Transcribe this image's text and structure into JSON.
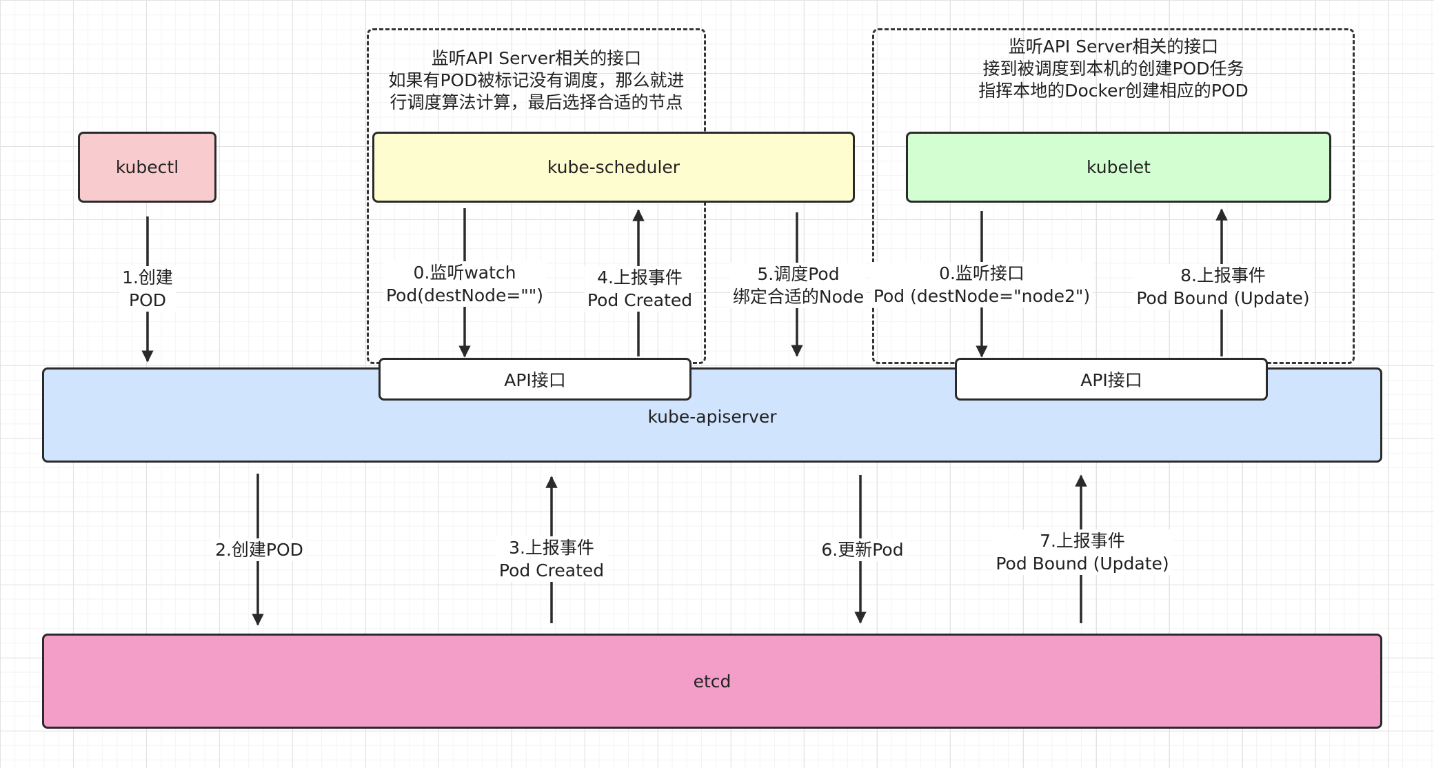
{
  "scheduler_note": [
    "监听API Server相关的接口",
    "如果有POD被标记没有调度，那么就进",
    "行调度算法计算，最后选择合适的节点"
  ],
  "kubelet_note": [
    "监听API Server相关的接口",
    "接到被调度到本机的创建POD任务",
    "指挥本地的Docker创建相应的POD"
  ],
  "nodes": {
    "kubectl": "kubectl",
    "kube_scheduler": "kube-scheduler",
    "kubelet": "kubelet",
    "apiserver": "kube-apiserver",
    "api_port_left": "API接口",
    "api_port_right": "API接口",
    "etcd": "etcd"
  },
  "colors": {
    "kubectl": "#f8ccce",
    "kube_scheduler": "#fefdcf",
    "kubelet": "#d3fed2",
    "apiserver": "#d0e4fd",
    "api_port": "#ffffff",
    "etcd": "#f29ec8"
  },
  "edges": [
    {
      "id": "create-pod-cli",
      "label": [
        "1.创建",
        "POD"
      ]
    },
    {
      "id": "watch-scheduler",
      "label": [
        "0.监听watch",
        "Pod(destNode=\"\")"
      ]
    },
    {
      "id": "report-created-up",
      "label": [
        "4.上报事件",
        "Pod Created"
      ]
    },
    {
      "id": "schedule-pod",
      "label": [
        "5.调度Pod",
        "绑定合适的Node"
      ]
    },
    {
      "id": "watch-kubelet",
      "label": [
        "0.监听接口",
        "Pod (destNode=\"node2\")"
      ]
    },
    {
      "id": "report-bound-up",
      "label": [
        "8.上报事件",
        "Pod Bound (Update)"
      ]
    },
    {
      "id": "create-pod-etcd",
      "label": [
        "2.创建POD"
      ]
    },
    {
      "id": "report-created-etcd",
      "label": [
        "3.上报事件",
        "Pod Created"
      ]
    },
    {
      "id": "update-pod",
      "label": [
        "6.更新Pod"
      ]
    },
    {
      "id": "report-bound-etcd",
      "label": [
        "7.上报事件",
        "Pod Bound (Update)"
      ]
    }
  ]
}
